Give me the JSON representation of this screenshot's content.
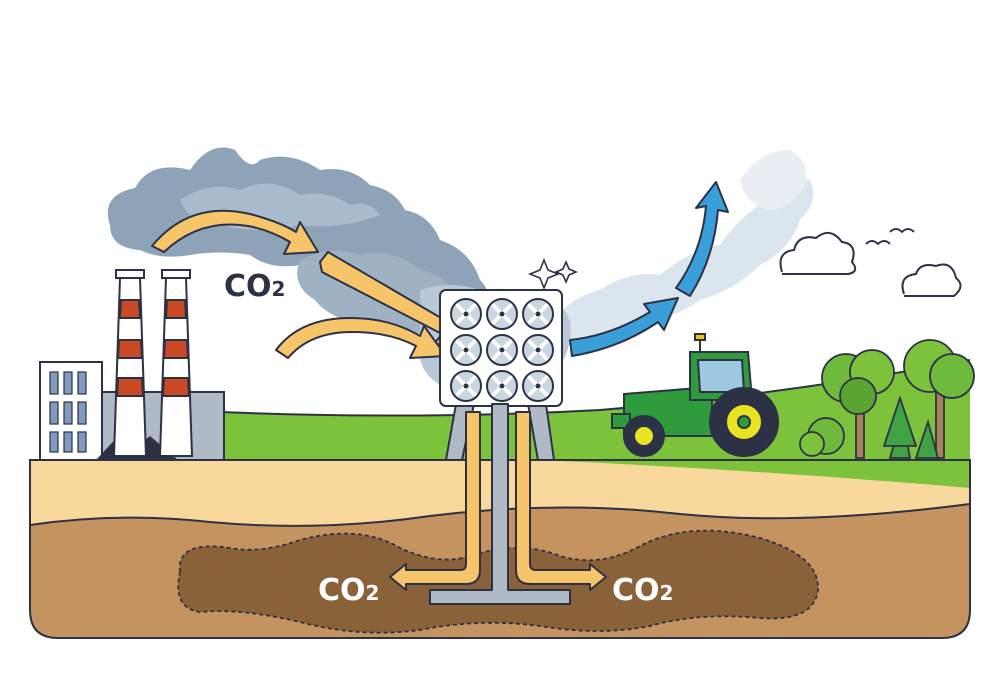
{
  "labels": {
    "air_co2": "CO",
    "air_co2_sub": "2",
    "underground_left_co2": "CO",
    "underground_left_co2_sub": "2",
    "underground_right_co2": "CO",
    "underground_right_co2_sub": "2"
  },
  "colors": {
    "label_text": "#2d3145",
    "label_text_light": "#ffffff",
    "arrow_in": "#f6c56a",
    "arrow_out": "#3a9fd8",
    "smoke_dark": "#7f93a8",
    "smoke_light": "#c9d6e2",
    "grass": "#7cc23b",
    "sand": "#f9d99b",
    "soil": "#c4935f",
    "reservoir": "#8a6239",
    "tractor": "#2e9b3c",
    "stack_red": "#c94a25"
  },
  "icons": [
    "factory-icon",
    "smokestack-icon",
    "dac-fan-array-icon",
    "tractor-icon",
    "tree-icon",
    "cloud-icon",
    "bird-icon",
    "sparkle-icon",
    "injection-pipe-icon"
  ]
}
